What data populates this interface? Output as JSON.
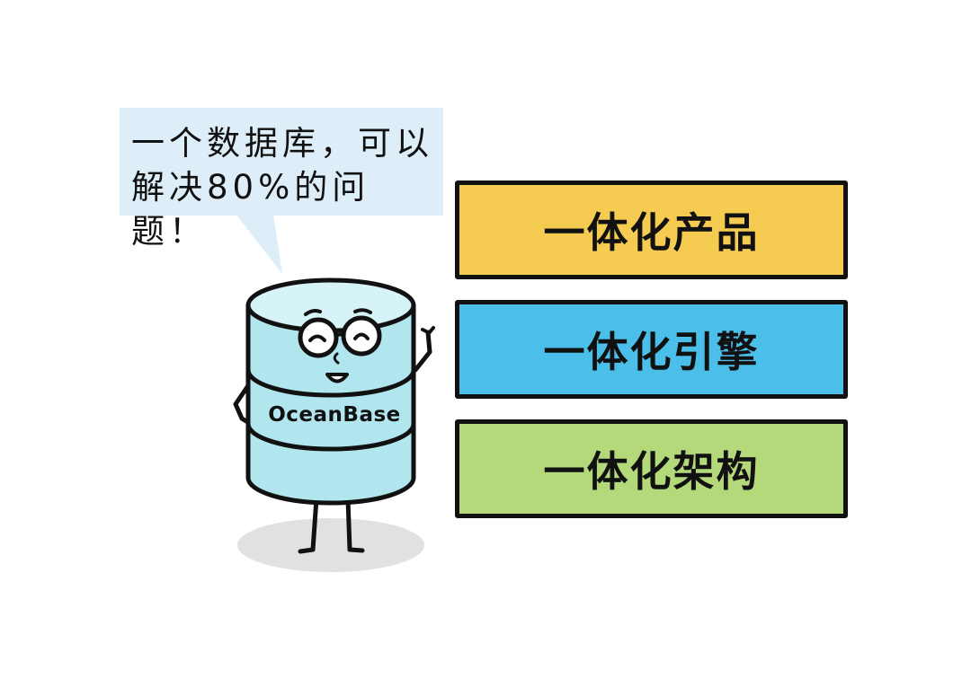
{
  "speech_bubble": {
    "line1": "一个数据库，可以",
    "line2": "解决80%的问题！"
  },
  "features": [
    {
      "label": "一体化产品",
      "color": "#f5cb52"
    },
    {
      "label": "一体化引擎",
      "color": "#4bbfe9"
    },
    {
      "label": "一体化架构",
      "color": "#b3d97a"
    }
  ],
  "mascot": {
    "brand": "OceanBase",
    "body_color": "#b1e6ef",
    "top_color": "#d6f3f8",
    "shadow_color": "#e1e1e1"
  }
}
